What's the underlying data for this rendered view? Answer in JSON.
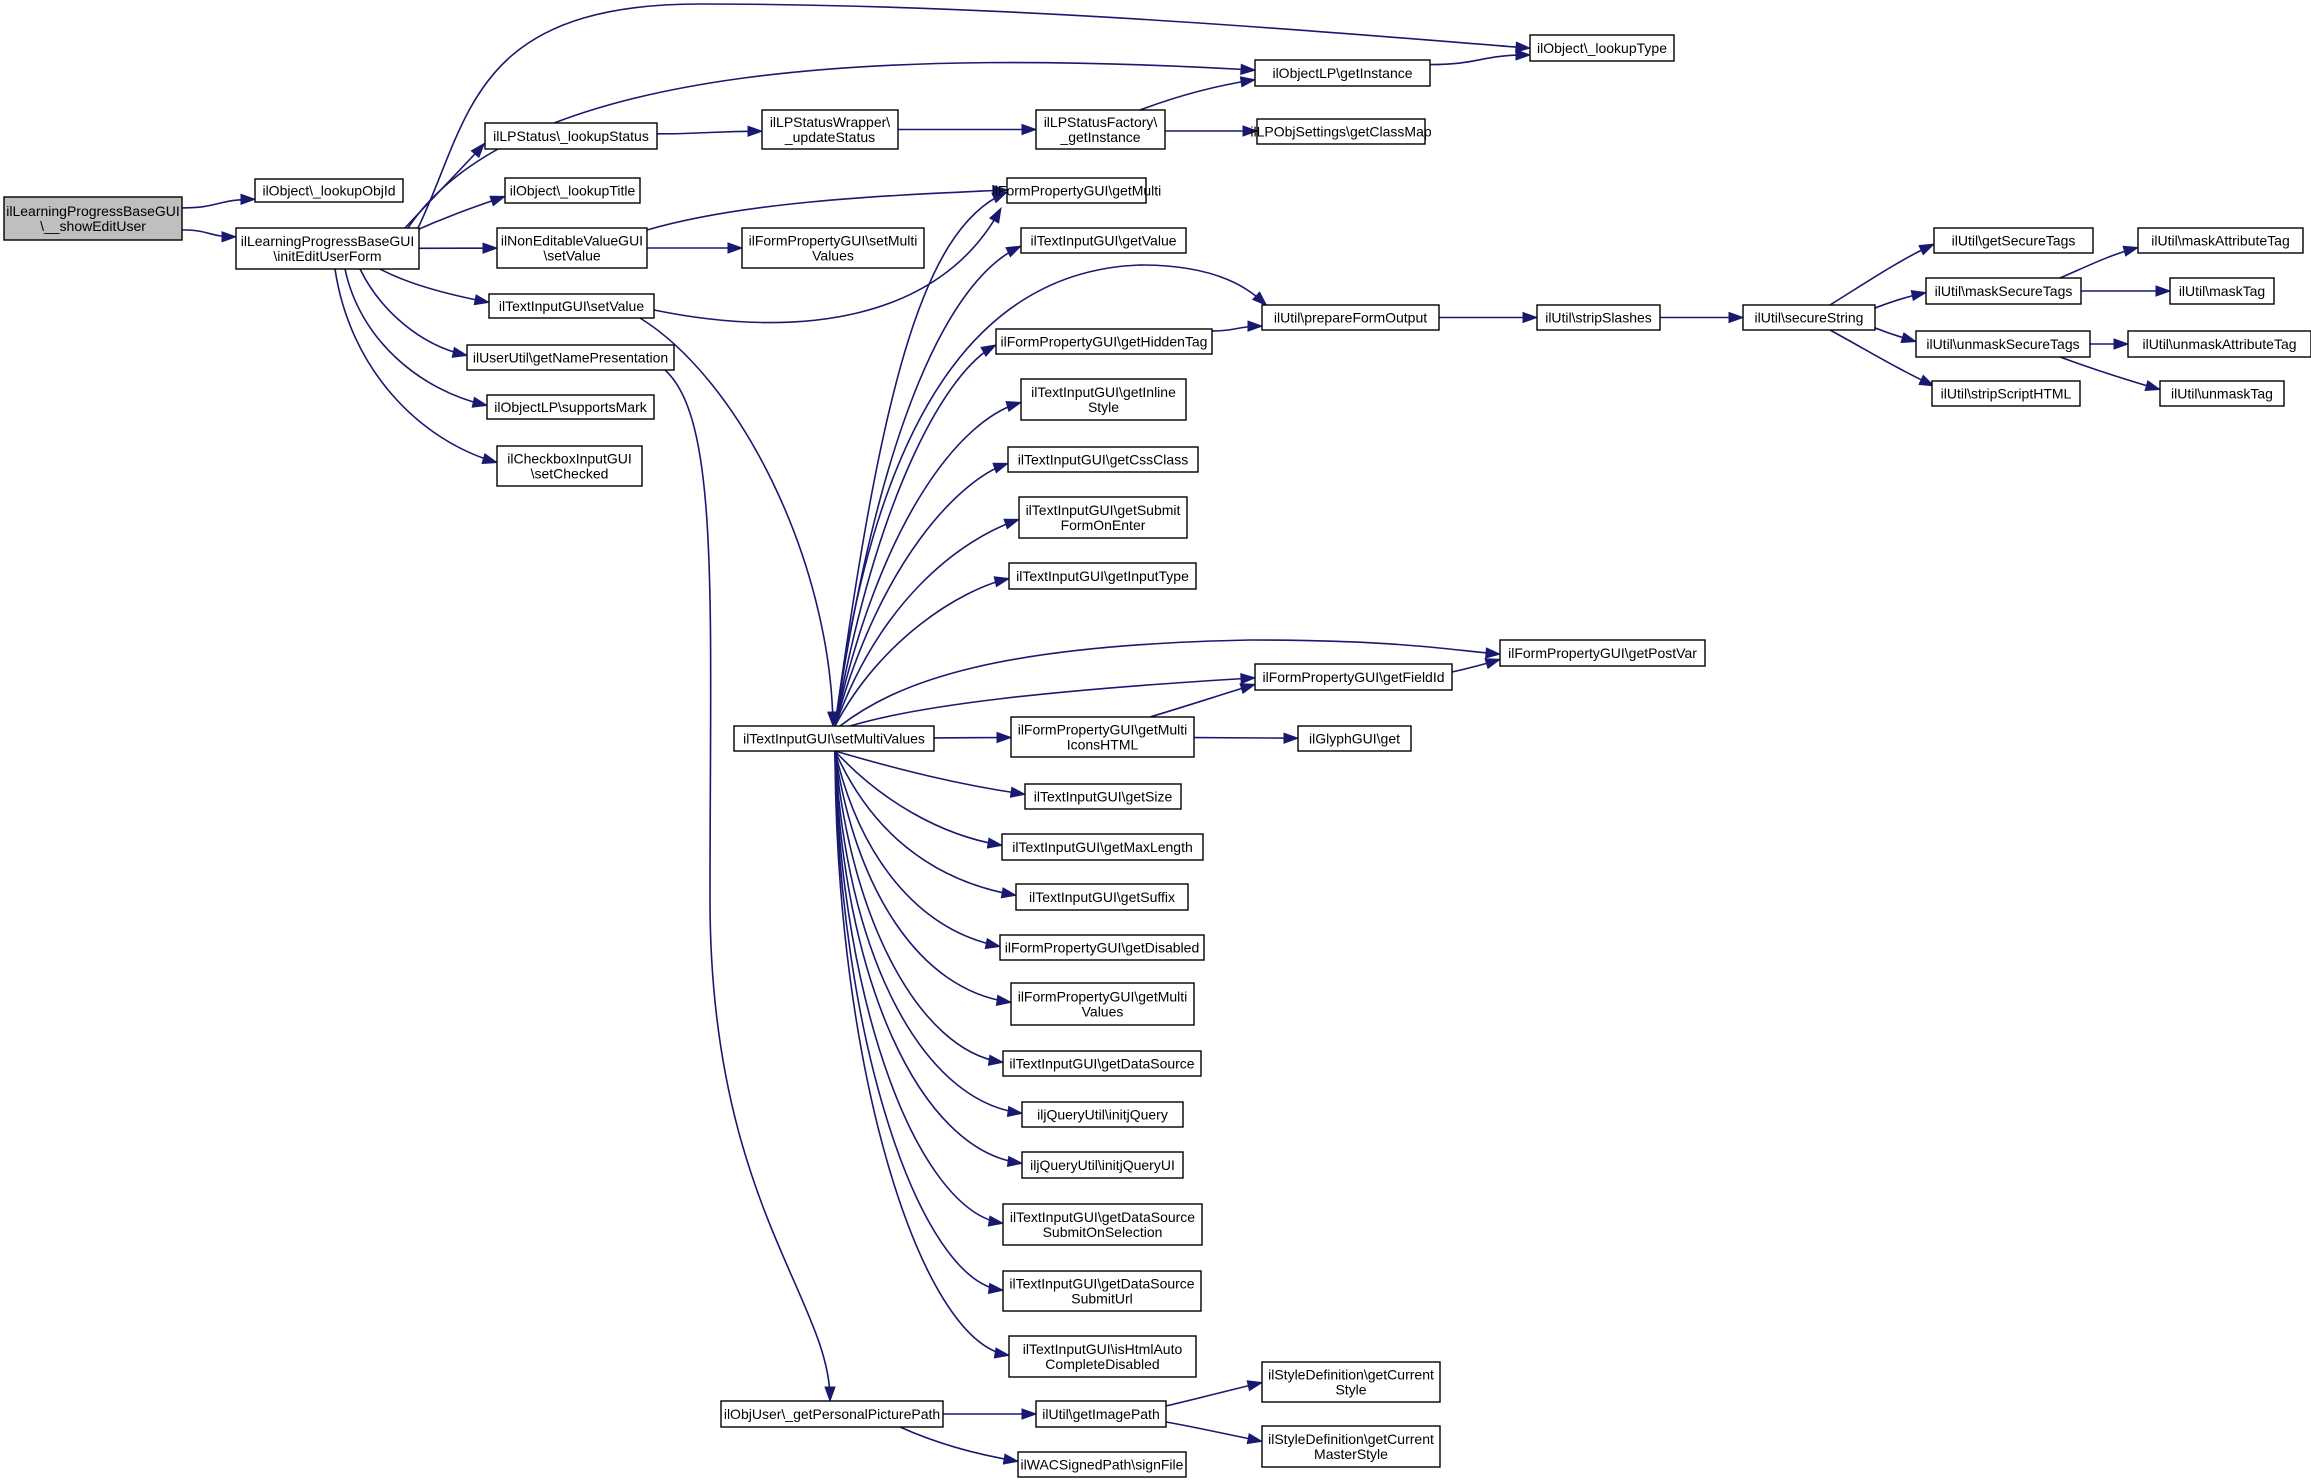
{
  "nodes": [
    {
      "id": "root",
      "lines": [
        "ilLearningProgressBaseGUI",
        "\\__showEditUser"
      ],
      "root": true
    },
    {
      "id": "lookupObjId",
      "lines": [
        "ilObject\\_lookupObjId"
      ]
    },
    {
      "id": "initEditUserForm",
      "lines": [
        "ilLearningProgressBaseGUI",
        "\\initEditUserForm"
      ]
    },
    {
      "id": "lookupType",
      "lines": [
        "ilObject\\_lookupType"
      ]
    },
    {
      "id": "objectLPGetInstance",
      "lines": [
        "ilObjectLP\\getInstance"
      ]
    },
    {
      "id": "lpStatusLookup",
      "lines": [
        "ilLPStatus\\_lookupStatus"
      ]
    },
    {
      "id": "lpStatusWrapper",
      "lines": [
        "ilLPStatusWrapper\\",
        "_updateStatus"
      ]
    },
    {
      "id": "lpStatusFactory",
      "lines": [
        "ilLPStatusFactory\\",
        "_getInstance"
      ]
    },
    {
      "id": "lpObjSettings",
      "lines": [
        "ilLPObjSettings\\getClassMap"
      ]
    },
    {
      "id": "lookupTitle",
      "lines": [
        "ilObject\\_lookupTitle"
      ]
    },
    {
      "id": "nonEditableSetValue",
      "lines": [
        "ilNonEditableValueGUI",
        "\\setValue"
      ]
    },
    {
      "id": "fpSetMultiValues",
      "lines": [
        "ilFormPropertyGUI\\setMulti",
        "Values"
      ]
    },
    {
      "id": "fpGetMulti",
      "lines": [
        "ilFormPropertyGUI\\getMulti"
      ]
    },
    {
      "id": "tiGetValue",
      "lines": [
        "ilTextInputGUI\\getValue"
      ]
    },
    {
      "id": "tiSetValue",
      "lines": [
        "ilTextInputGUI\\setValue"
      ]
    },
    {
      "id": "userGetNamePresentation",
      "lines": [
        "ilUserUtil\\getNamePresentation"
      ]
    },
    {
      "id": "supportsMark",
      "lines": [
        "ilObjectLP\\supportsMark"
      ]
    },
    {
      "id": "checkboxSetChecked",
      "lines": [
        "ilCheckboxInputGUI",
        "\\setChecked"
      ]
    },
    {
      "id": "prepareFormOutput",
      "lines": [
        "ilUtil\\prepareFormOutput"
      ]
    },
    {
      "id": "stripSlashes",
      "lines": [
        "ilUtil\\stripSlashes"
      ]
    },
    {
      "id": "secureString",
      "lines": [
        "ilUtil\\secureString"
      ]
    },
    {
      "id": "getSecureTags",
      "lines": [
        "ilUtil\\getSecureTags"
      ]
    },
    {
      "id": "maskSecureTags",
      "lines": [
        "ilUtil\\maskSecureTags"
      ]
    },
    {
      "id": "maskAttributeTag",
      "lines": [
        "ilUtil\\maskAttributeTag"
      ]
    },
    {
      "id": "maskTag",
      "lines": [
        "ilUtil\\maskTag"
      ]
    },
    {
      "id": "unmaskSecureTags",
      "lines": [
        "ilUtil\\unmaskSecureTags"
      ]
    },
    {
      "id": "unmaskAttributeTag",
      "lines": [
        "ilUtil\\unmaskAttributeTag"
      ]
    },
    {
      "id": "unmaskTag",
      "lines": [
        "ilUtil\\unmaskTag"
      ]
    },
    {
      "id": "stripScriptHTML",
      "lines": [
        "ilUtil\\stripScriptHTML"
      ]
    },
    {
      "id": "fpGetHiddenTag",
      "lines": [
        "ilFormPropertyGUI\\getHiddenTag"
      ]
    },
    {
      "id": "tiGetInlineStyle",
      "lines": [
        "ilTextInputGUI\\getInline",
        "Style"
      ]
    },
    {
      "id": "tiGetCssClass",
      "lines": [
        "ilTextInputGUI\\getCssClass"
      ]
    },
    {
      "id": "tiGetSubmitFormOnEnter",
      "lines": [
        "ilTextInputGUI\\getSubmit",
        "FormOnEnter"
      ]
    },
    {
      "id": "tiGetInputType",
      "lines": [
        "ilTextInputGUI\\getInputType"
      ]
    },
    {
      "id": "fpGetPostVar",
      "lines": [
        "ilFormPropertyGUI\\getPostVar"
      ]
    },
    {
      "id": "fpGetFieldId",
      "lines": [
        "ilFormPropertyGUI\\getFieldId"
      ]
    },
    {
      "id": "tiSetMultiValues",
      "lines": [
        "ilTextInputGUI\\setMultiValues"
      ]
    },
    {
      "id": "fpGetMultiIconsHTML",
      "lines": [
        "ilFormPropertyGUI\\getMulti",
        "IconsHTML"
      ]
    },
    {
      "id": "glyphGet",
      "lines": [
        "ilGlyphGUI\\get"
      ]
    },
    {
      "id": "tiGetSize",
      "lines": [
        "ilTextInputGUI\\getSize"
      ]
    },
    {
      "id": "tiGetMaxLength",
      "lines": [
        "ilTextInputGUI\\getMaxLength"
      ]
    },
    {
      "id": "tiGetSuffix",
      "lines": [
        "ilTextInputGUI\\getSuffix"
      ]
    },
    {
      "id": "fpGetDisabled",
      "lines": [
        "ilFormPropertyGUI\\getDisabled"
      ]
    },
    {
      "id": "fpGetMultiValues",
      "lines": [
        "ilFormPropertyGUI\\getMulti",
        "Values"
      ]
    },
    {
      "id": "tiGetDataSource",
      "lines": [
        "ilTextInputGUI\\getDataSource"
      ]
    },
    {
      "id": "jqInitjQuery",
      "lines": [
        "iljQueryUtil\\initjQuery"
      ]
    },
    {
      "id": "jqInitjQueryUI",
      "lines": [
        "iljQueryUtil\\initjQueryUI"
      ]
    },
    {
      "id": "tiGetDataSourceSubmitOnSelection",
      "lines": [
        "ilTextInputGUI\\getDataSource",
        "SubmitOnSelection"
      ]
    },
    {
      "id": "tiGetDataSourceSubmitUrl",
      "lines": [
        "ilTextInputGUI\\getDataSource",
        "SubmitUrl"
      ]
    },
    {
      "id": "tiIsHtmlAutoCompleteDisabled",
      "lines": [
        "ilTextInputGUI\\isHtmlAuto",
        "CompleteDisabled"
      ]
    },
    {
      "id": "objUserGetPersonalPicturePath",
      "lines": [
        "ilObjUser\\_getPersonalPicturePath"
      ]
    },
    {
      "id": "utilGetImagePath",
      "lines": [
        "ilUtil\\getImagePath"
      ]
    },
    {
      "id": "styleGetCurrentStyle",
      "lines": [
        "ilStyleDefinition\\getCurrent",
        "Style"
      ]
    },
    {
      "id": "styleGetCurrentMasterStyle",
      "lines": [
        "ilStyleDefinition\\getCurrent",
        "MasterStyle"
      ]
    },
    {
      "id": "wacSignFile",
      "lines": [
        "ilWACSignedPath\\signFile"
      ]
    }
  ],
  "edges": [
    [
      "root",
      "lookupObjId"
    ],
    [
      "root",
      "initEditUserForm"
    ],
    [
      "initEditUserForm",
      "lookupType"
    ],
    [
      "initEditUserForm",
      "objectLPGetInstance"
    ],
    [
      "initEditUserForm",
      "lpStatusLookup"
    ],
    [
      "initEditUserForm",
      "lookupTitle"
    ],
    [
      "initEditUserForm",
      "nonEditableSetValue"
    ],
    [
      "initEditUserForm",
      "tiSetValue"
    ],
    [
      "initEditUserForm",
      "userGetNamePresentation"
    ],
    [
      "initEditUserForm",
      "supportsMark"
    ],
    [
      "initEditUserForm",
      "checkboxSetChecked"
    ],
    [
      "objectLPGetInstance",
      "lookupType"
    ],
    [
      "lpStatusLookup",
      "lpStatusWrapper"
    ],
    [
      "lpStatusWrapper",
      "lpStatusFactory"
    ],
    [
      "lpStatusFactory",
      "objectLPGetInstance"
    ],
    [
      "lpStatusFactory",
      "lpObjSettings"
    ],
    [
      "nonEditableSetValue",
      "fpGetMulti"
    ],
    [
      "nonEditableSetValue",
      "fpSetMultiValues"
    ],
    [
      "tiSetValue",
      "fpGetMulti"
    ],
    [
      "tiSetValue",
      "tiSetMultiValues"
    ],
    [
      "userGetNamePresentation",
      "objUserGetPersonalPicturePath"
    ],
    [
      "tiSetMultiValues",
      "fpGetMulti"
    ],
    [
      "tiSetMultiValues",
      "tiGetValue"
    ],
    [
      "tiSetMultiValues",
      "prepareFormOutput"
    ],
    [
      "tiSetMultiValues",
      "fpGetHiddenTag"
    ],
    [
      "tiSetMultiValues",
      "tiGetInlineStyle"
    ],
    [
      "tiSetMultiValues",
      "tiGetCssClass"
    ],
    [
      "tiSetMultiValues",
      "tiGetSubmitFormOnEnter"
    ],
    [
      "tiSetMultiValues",
      "tiGetInputType"
    ],
    [
      "tiSetMultiValues",
      "fpGetPostVar"
    ],
    [
      "tiSetMultiValues",
      "fpGetFieldId"
    ],
    [
      "tiSetMultiValues",
      "fpGetMultiIconsHTML"
    ],
    [
      "tiSetMultiValues",
      "tiGetSize"
    ],
    [
      "tiSetMultiValues",
      "tiGetMaxLength"
    ],
    [
      "tiSetMultiValues",
      "tiGetSuffix"
    ],
    [
      "tiSetMultiValues",
      "fpGetDisabled"
    ],
    [
      "tiSetMultiValues",
      "fpGetMultiValues"
    ],
    [
      "tiSetMultiValues",
      "tiGetDataSource"
    ],
    [
      "tiSetMultiValues",
      "jqInitjQuery"
    ],
    [
      "tiSetMultiValues",
      "jqInitjQueryUI"
    ],
    [
      "tiSetMultiValues",
      "tiGetDataSourceSubmitOnSelection"
    ],
    [
      "tiSetMultiValues",
      "tiGetDataSourceSubmitUrl"
    ],
    [
      "tiSetMultiValues",
      "tiIsHtmlAutoCompleteDisabled"
    ],
    [
      "fpGetHiddenTag",
      "prepareFormOutput"
    ],
    [
      "prepareFormOutput",
      "stripSlashes"
    ],
    [
      "stripSlashes",
      "secureString"
    ],
    [
      "secureString",
      "getSecureTags"
    ],
    [
      "secureString",
      "maskSecureTags"
    ],
    [
      "secureString",
      "unmaskSecureTags"
    ],
    [
      "secureString",
      "stripScriptHTML"
    ],
    [
      "maskSecureTags",
      "maskAttributeTag"
    ],
    [
      "maskSecureTags",
      "maskTag"
    ],
    [
      "unmaskSecureTags",
      "unmaskAttributeTag"
    ],
    [
      "unmaskSecureTags",
      "unmaskTag"
    ],
    [
      "fpGetFieldId",
      "fpGetPostVar"
    ],
    [
      "fpGetMultiIconsHTML",
      "fpGetFieldId"
    ],
    [
      "fpGetMultiIconsHTML",
      "glyphGet"
    ],
    [
      "objUserGetPersonalPicturePath",
      "utilGetImagePath"
    ],
    [
      "objUserGetPersonalPicturePath",
      "wacSignFile"
    ],
    [
      "utilGetImagePath",
      "styleGetCurrentStyle"
    ],
    [
      "utilGetImagePath",
      "styleGetCurrentMasterStyle"
    ]
  ]
}
